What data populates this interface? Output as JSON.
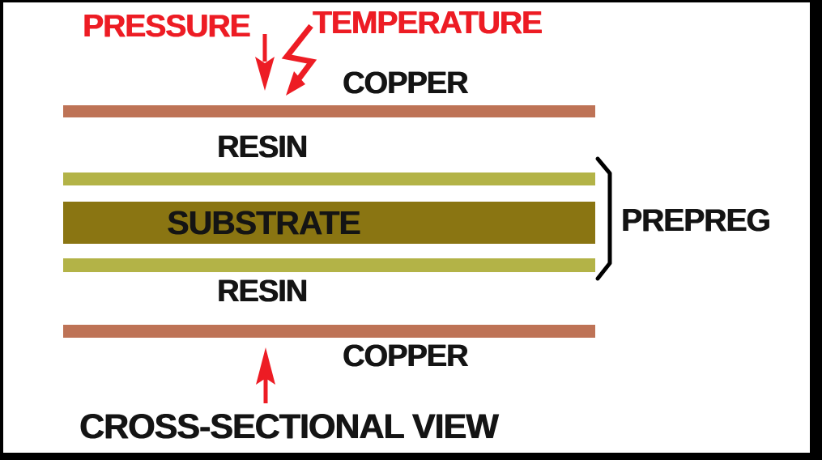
{
  "diagram": {
    "caption": "CROSS-SECTIONAL VIEW",
    "annotations": {
      "pressure": "PRESSURE",
      "temperature": "TEMPERATURE",
      "prepreg": "PREPREG"
    },
    "layers": [
      {
        "name": "copper-top",
        "label": "COPPER",
        "color": "#BE7356"
      },
      {
        "name": "resin-top",
        "label": "RESIN",
        "color": "#B3B347"
      },
      {
        "name": "substrate",
        "label": "SUBSTRATE",
        "color": "#8A7512"
      },
      {
        "name": "resin-bottom",
        "label": "RESIN",
        "color": "#B3B347"
      },
      {
        "name": "copper-bottom",
        "label": "COPPER",
        "color": "#BE7356"
      }
    ],
    "icons": {
      "pressure_arrow": "down-arrow",
      "temperature_bolt": "lightning-bolt",
      "bottom_pointer": "up-arrow",
      "prepreg_brace": "right-bracket"
    },
    "colors": {
      "annotation_red": "#ED1C24",
      "text_black": "#141414",
      "border_black": "#000000",
      "background": "#FFFFFF"
    }
  }
}
